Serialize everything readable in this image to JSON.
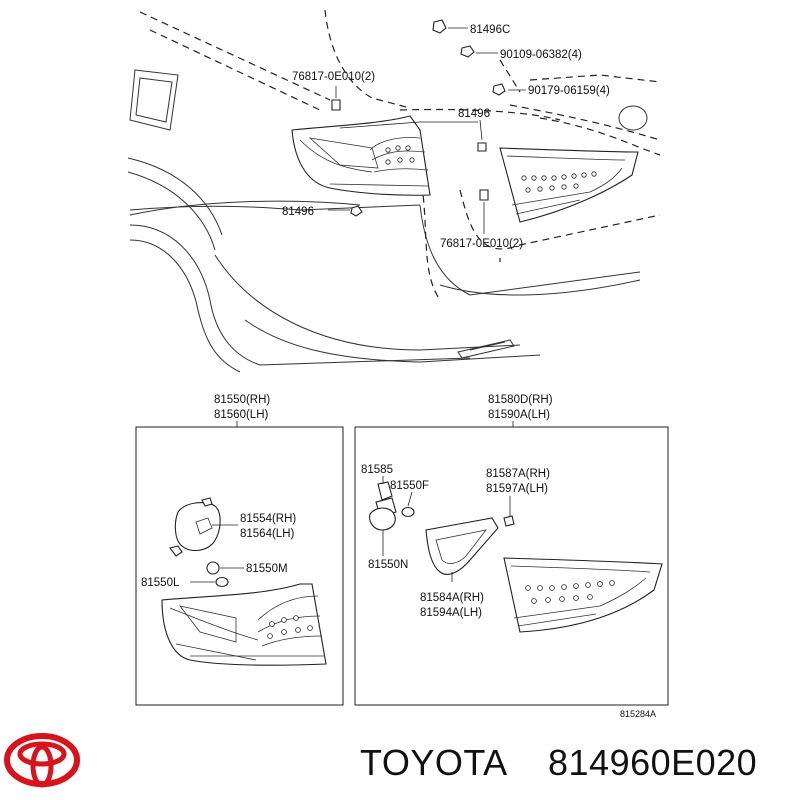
{
  "callouts": {
    "c81496C": "81496C",
    "c90109": "90109-06382(4)",
    "c76817_top": "76817-0E010(2)",
    "c90179": "90179-06159(4)",
    "c81496_a": "81496",
    "c81496_b": "81496",
    "c76817_bot": "76817-0E010(2)"
  },
  "left_box": {
    "title_rh": "81550(RH)",
    "title_lh": "81560(LH)",
    "p81554": "81554(RH)",
    "p81564": "81564(LH)",
    "p81550M": "81550M",
    "p81550L": "81550L"
  },
  "right_box": {
    "title_rh": "81580D(RH)",
    "title_lh": "81590A(LH)",
    "p81585": "81585",
    "p81550F": "81550F",
    "p81550N": "81550N",
    "p81587A": "81587A(RH)",
    "p81597A": "81597A(LH)",
    "p81584A": "81584A(RH)",
    "p81594A": "81594A(LH)"
  },
  "figure_code": "815284A",
  "brand": {
    "name": "TOYOTA",
    "part_number": "814960E020",
    "logo_color": "#d7131b"
  }
}
